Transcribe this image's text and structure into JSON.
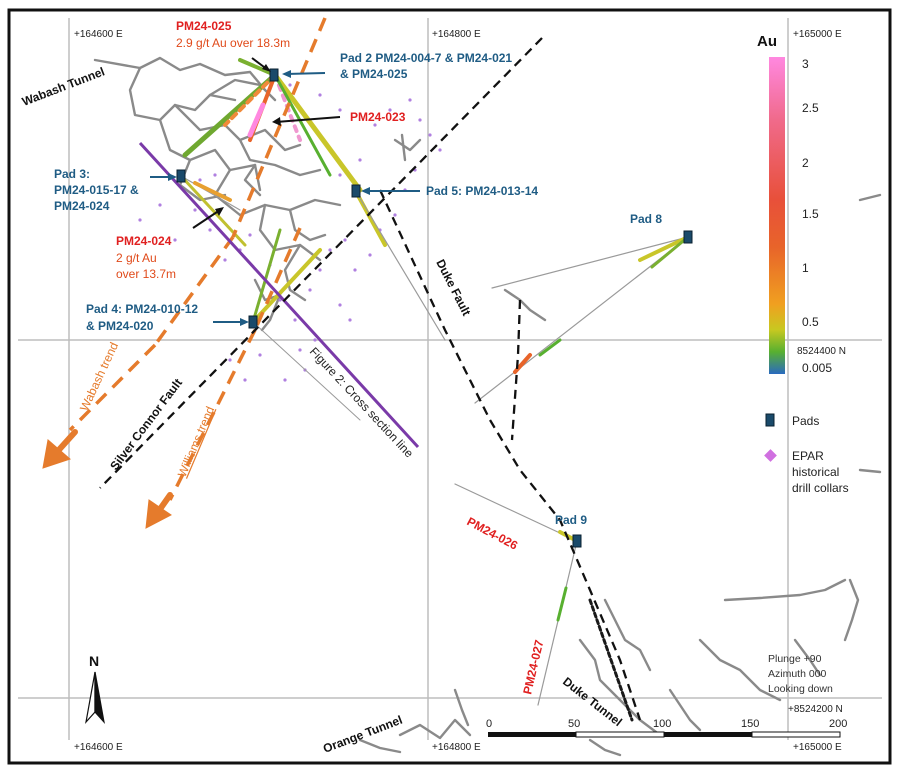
{
  "frame": {
    "border_color": "#111111"
  },
  "grid": {
    "x_labels": [
      "+164600 E",
      "+164800 E",
      "+165000 E"
    ],
    "y_labels": [
      "8524400 N",
      "+8524200 N"
    ],
    "bottom_x_labels": [
      "+164600 E",
      "+164800 E",
      "+165000 E"
    ]
  },
  "tunnels": {
    "wabash": "Wabash Tunnel",
    "orange": "Orange Tunnel",
    "duke": "Duke Tunnel"
  },
  "faults": {
    "silver_connor": "Silver Connor Fault",
    "duke": "Duke Fault"
  },
  "trends": {
    "wabash": "Wabash trend",
    "williams": "Williams trend"
  },
  "section_line": "Figure 2: Cross section line",
  "pads": {
    "pad2": [
      "Pad 2 PM24-004-7 & PM24-021",
      "& PM24-025"
    ],
    "pad3": [
      "Pad 3:",
      "PM24-015-17 &",
      "PM24-024"
    ],
    "pad4": [
      "Pad 4: PM24-010-12",
      "& PM24-020"
    ],
    "pad5": "Pad 5: PM24-013-14",
    "pad8": "Pad 8",
    "pad9": "Pad 9"
  },
  "holes": {
    "pm025": {
      "id": "PM24-025",
      "result": "2.9 g/t Au over 18.3m"
    },
    "pm023": {
      "id": "PM24-023"
    },
    "pm024": {
      "id": "PM24-024",
      "result": [
        "2 g/t Au",
        "over 13.7m"
      ]
    },
    "pm026": {
      "id": "PM24-026"
    },
    "pm027": {
      "id": "PM24-027"
    }
  },
  "legend": {
    "title": "Au",
    "ticks": [
      "3",
      "2.5",
      "2",
      "1.5",
      "1",
      "0.5",
      "0.005"
    ],
    "gradient": [
      "#ff88e0",
      "#f06a8a",
      "#e8503a",
      "#e8642a",
      "#f0a020",
      "#c8c820",
      "#58b030",
      "#2a6abf"
    ],
    "pads_label": "Pads",
    "collars_label": [
      "EPAR",
      "historical",
      "drill collars"
    ],
    "pad_color": "#1a4a6a",
    "collar_color": "#d070e0"
  },
  "view": [
    "Plunge +90",
    "Azimuth 000",
    "Looking down"
  ],
  "north": "N",
  "scale": [
    "0",
    "50",
    "100",
    "150",
    "200"
  ],
  "colors": {
    "tunnel": "#7a7a7a",
    "trend": "#e57b2c",
    "section": "#7a3aa8",
    "label_blue": "#1f5c84",
    "label_red": "#e02020"
  }
}
